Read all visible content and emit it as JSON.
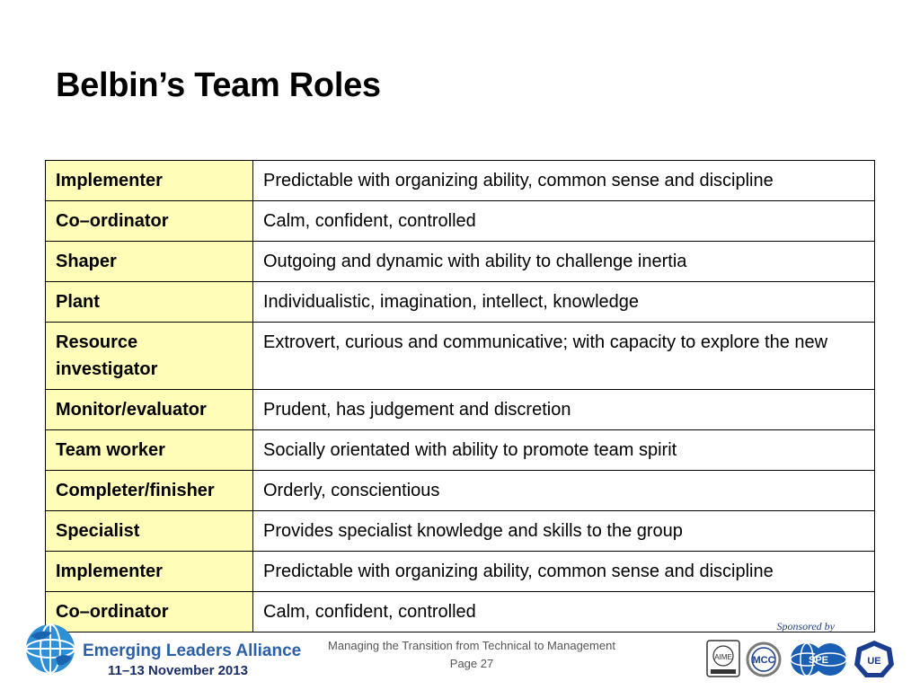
{
  "slide": {
    "title": "Belbin’s Team Roles"
  },
  "table": {
    "rows": [
      {
        "role": "Implementer",
        "description": "Predictable with organizing ability, common sense and discipline"
      },
      {
        "role": "Co–ordinator",
        "description": "Calm, confident, controlled"
      },
      {
        "role": "Shaper",
        "description": "Outgoing and dynamic with ability to challenge inertia"
      },
      {
        "role": "Plant",
        "description": "Individualistic, imagination, intellect, knowledge"
      },
      {
        "role": "Resource investigator",
        "description": "Extrovert, curious and communicative; with capacity to explore the new"
      },
      {
        "role": "Monitor/evaluator",
        "description": "Prudent, has judgement and discretion"
      },
      {
        "role": "Team worker",
        "description": "Socially orientated with ability to promote team spirit"
      },
      {
        "role": "Completer/finisher",
        "description": "Orderly, conscientious"
      },
      {
        "role": "Specialist",
        "description": "Provides specialist knowledge and skills to the group"
      },
      {
        "role": "Implementer",
        "description": "Predictable with organizing ability, common sense and discipline"
      },
      {
        "role": "Co–ordinator",
        "description": "Calm, confident, controlled"
      }
    ]
  },
  "footer": {
    "org_name": "Emerging Leaders Alliance",
    "event_dates": "11–13 November 2013",
    "presentation_title": "Managing the Transition from Technical to Management",
    "page_label": "Page 27",
    "sponsored_by": "Sponsored by",
    "sponsor_logos": [
      "AIME",
      "MCC",
      "SPE",
      "UE"
    ]
  },
  "colors": {
    "role_cell_bg": "#fffdb8",
    "brand_blue": "#2b5fa7",
    "date_navy": "#1a2e6b"
  }
}
